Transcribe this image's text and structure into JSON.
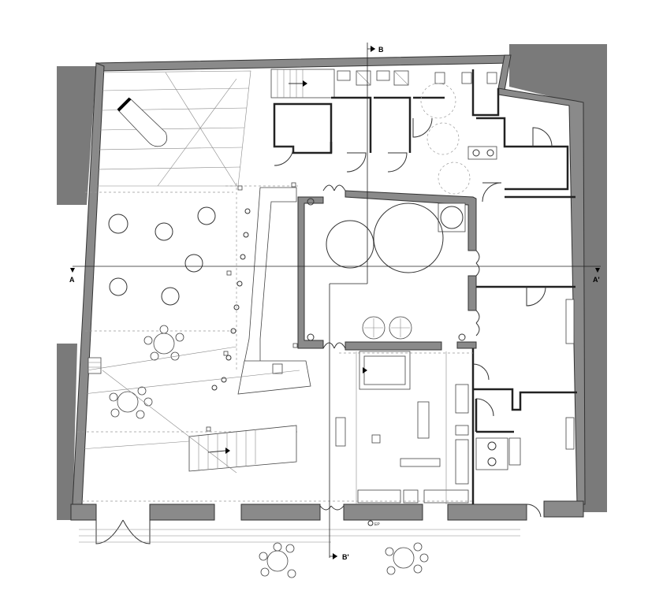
{
  "section_labels": {
    "a_left": "A",
    "a_right": "A'",
    "b_top": "B",
    "b_bottom": "B'"
  },
  "small_tag": "EP",
  "colors": {
    "wall": "#8a8a8a",
    "neighbor": "#7a7a7a",
    "line": "#333333",
    "light_line": "#999999"
  }
}
